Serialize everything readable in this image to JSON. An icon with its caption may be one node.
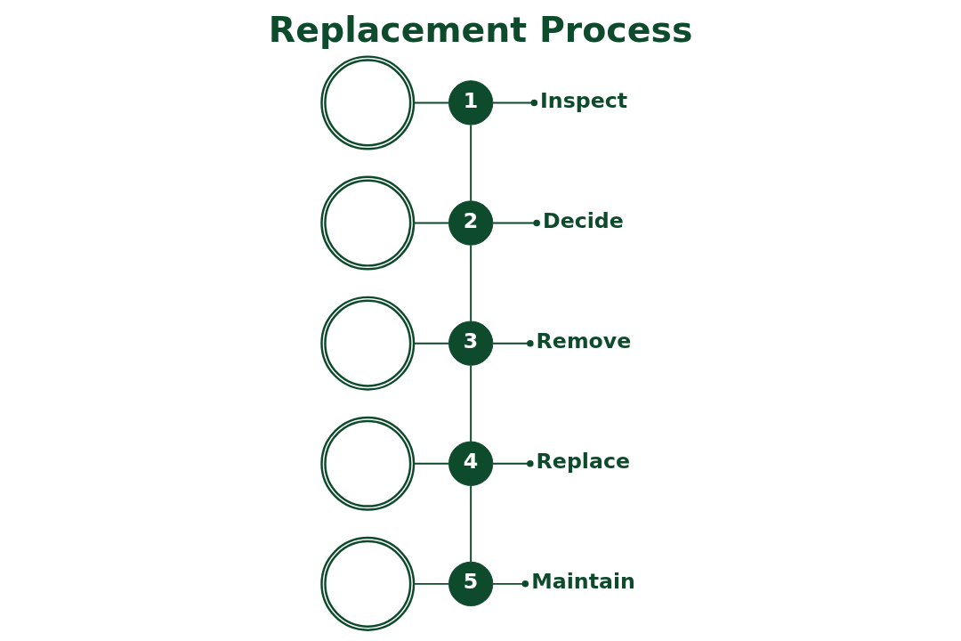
{
  "diagram": {
    "title": "Replacement Process",
    "nodes": [
      {
        "text": [],
        "shape": "picture"
      },
      {
        "text": [
          "1"
        ]
      },
      {
        "text": [
          "Inspect"
        ]
      },
      {
        "text": [],
        "shape": "picture"
      },
      {
        "text": [
          "2"
        ]
      },
      {
        "text": [
          "Decide"
        ]
      },
      {
        "text": [],
        "shape": "picture"
      },
      {
        "text": [
          "3"
        ]
      },
      {
        "text": [
          "Remove"
        ]
      },
      {
        "text": [],
        "shape": "picture"
      },
      {
        "text": [
          "4"
        ]
      },
      {
        "text": [
          "Replace"
        ]
      },
      {
        "text": [],
        "shape": "picture"
      },
      {
        "text": [
          "5"
        ]
      },
      {
        "text": [
          "Maintain"
        ]
      }
    ],
    "edges": [
      {
        "from": 0,
        "to": 1,
        "arrow": "none"
      },
      {
        "from": 1,
        "to": 2,
        "arrow": "other"
      },
      {
        "from": 3,
        "to": 4,
        "arrow": "none"
      },
      {
        "from": 4,
        "to": 5,
        "arrow": "other"
      },
      {
        "from": 6,
        "to": 7,
        "arrow": "none"
      },
      {
        "from": 7,
        "to": 8,
        "arrow": "other"
      },
      {
        "from": 9,
        "to": 10,
        "arrow": "none"
      },
      {
        "from": 10,
        "to": 11,
        "arrow": "other"
      },
      {
        "from": 12,
        "to": 13,
        "arrow": "none"
      },
      {
        "from": 13,
        "to": 14,
        "arrow": "other"
      },
      {
        "from": 1,
        "to": 4,
        "arrow": "none"
      },
      {
        "from": 4,
        "to": 7,
        "arrow": "none"
      },
      {
        "from": 7,
        "to": 10,
        "arrow": "none"
      },
      {
        "from": 10,
        "to": 13,
        "arrow": "none"
      }
    ]
  }
}
